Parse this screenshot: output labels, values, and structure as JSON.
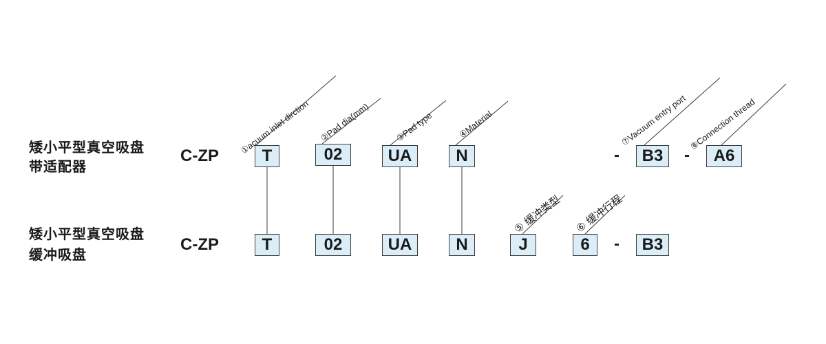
{
  "row1": {
    "name_line1": "矮小平型真空吸盘",
    "name_line2": "带适配器",
    "prefix": "C-ZP",
    "codes": {
      "t": "T",
      "dia": "02",
      "type": "UA",
      "mat": "N",
      "port": "B3",
      "thread": "A6"
    },
    "dashes": [
      "-",
      "-"
    ]
  },
  "row2": {
    "name_line1": "矮小平型真空吸盘",
    "name_line2": "缓冲吸盘",
    "prefix": "C-ZP",
    "codes": {
      "t": "T",
      "dia": "02",
      "type": "UA",
      "mat": "N",
      "buffer_type": "J",
      "stroke": "6",
      "port": "B3"
    },
    "dashes": [
      "-"
    ]
  },
  "labels": {
    "inlet": "①acuum inlet dirction",
    "dia": "②Pad dia(mm)",
    "type": "③Pad type",
    "material": "④Material",
    "port": "⑦Vacuum entry port",
    "thread": "⑧Connection thread",
    "buffer_type": "⑤ 缓冲类型",
    "stroke": "⑥ 缓冲行程"
  },
  "colors": {
    "box_fill": "#dbeef7",
    "box_border": "#3a3a3a",
    "text": "#1a1a1a"
  }
}
